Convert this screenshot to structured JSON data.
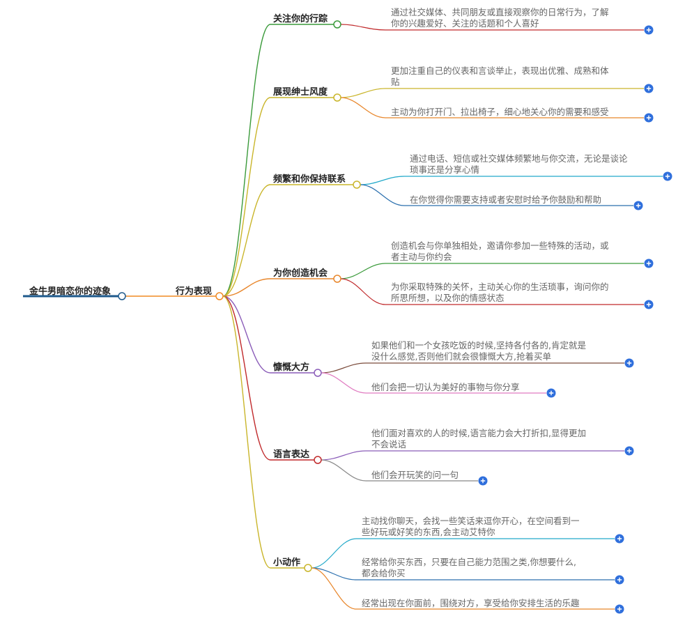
{
  "root": {
    "label": "金牛男暗恋你的迹象",
    "color": "#1f5a8c"
  },
  "center": {
    "label": "行为表现",
    "color": "#f08a24"
  },
  "branches": [
    {
      "label": "关注你的行踪",
      "color": "#3a9a3a",
      "leaves": [
        {
          "lines": [
            "通过社交媒体、共同朋友或直接观察你的日常行为，了解",
            "你的兴趣爱好、关注的话题和个人喜好"
          ],
          "color": "#c0292b"
        }
      ]
    },
    {
      "label": "展现绅士风度",
      "color": "#c9b52a",
      "leaves": [
        {
          "lines": [
            "更加注重自己的仪表和言谈举止，表现出优雅、成熟和体",
            "贴"
          ],
          "color": "#c9b52a"
        },
        {
          "lines": [
            "主动为你打开门、拉出椅子，细心地关心你的需要和感受"
          ],
          "color": "#e8862b"
        }
      ]
    },
    {
      "label": "频繁和你保持联系",
      "color": "#c9b52a",
      "leaves": [
        {
          "lines": [
            "通过电话、短信或社交媒体频繁地与你交流，无论是谈论",
            "琐事还是分享心情"
          ],
          "color": "#22a9c9"
        },
        {
          "lines": [
            "在你觉得你需要支持或者安慰时给予你鼓励和帮助"
          ],
          "color": "#2a6fae"
        }
      ]
    },
    {
      "label": "为你创造机会",
      "color": "#e8862b",
      "leaves": [
        {
          "lines": [
            "创造机会与你单独相处，邀请你参加一些特殊的活动，或",
            "者主动与你约会"
          ],
          "color": "#3a9a3a"
        },
        {
          "lines": [
            "为你采取特殊的关怀，主动关心你的生活琐事，询问你的",
            "所思所想，以及你的情感状态"
          ],
          "color": "#c0292b"
        }
      ]
    },
    {
      "label": "慷慨大方",
      "color": "#8a5cb8",
      "leaves": [
        {
          "lines": [
            "如果他们和一个女孩吃饭的时候,坚持各付各的,肯定就是",
            "没什么感觉,否则他们就会很慷慨大方,抢着买单"
          ],
          "color": "#7a4a3a"
        },
        {
          "lines": [
            "他们会把一切认为美好的事物与你分享"
          ],
          "color": "#e07ac0"
        }
      ]
    },
    {
      "label": "语言表达",
      "color": "#c0292b",
      "leaves": [
        {
          "lines": [
            "他们面对喜欢的人的时候,语言能力会大打折扣,显得更加",
            "不会说话"
          ],
          "color": "#8a5cb8"
        },
        {
          "lines": [
            "他们会开玩笑的问一句"
          ],
          "color": "#888888"
        }
      ]
    },
    {
      "label": "小动作",
      "color": "#c9b52a",
      "leaves": [
        {
          "lines": [
            "主动找你聊天，会找一些笑话来逗你开心，在空间看到一",
            "些好玩或好笑的东西,会主动艾特你"
          ],
          "color": "#22a9c9"
        },
        {
          "lines": [
            "经常给你买东西，只要在自己能力范围之类,你想要什么,",
            "都会给你买"
          ],
          "color": "#2a6fae"
        },
        {
          "lines": [
            "经常出现在你面前，围绕对方，享受给你安排生活的乐趣"
          ],
          "color": "#e8862b"
        }
      ]
    }
  ]
}
